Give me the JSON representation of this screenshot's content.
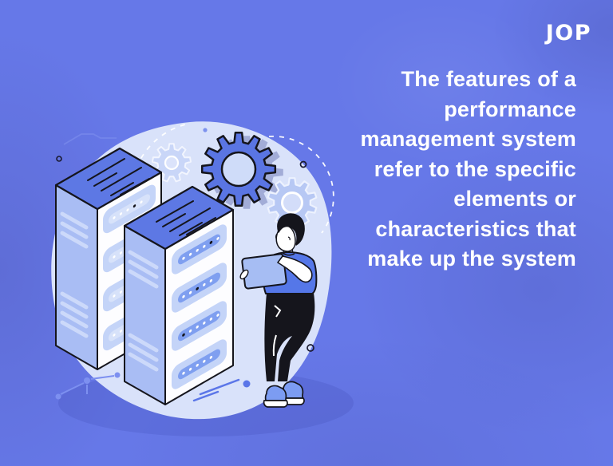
{
  "brand": {
    "logo_text": "JOP"
  },
  "quote": {
    "lines": [
      "The features of a",
      "performance",
      "management system",
      "refer to the specific",
      "elements or",
      "characteristics that",
      "make up the system"
    ]
  },
  "palette": {
    "background": "#6678e8",
    "blob": "#d9e2fa",
    "gear_blue": "#5a75e3",
    "gear_light": "#b7c8f4",
    "server_top": "#5d78e4",
    "server_side": "#a9bdf4",
    "server_front": "#fdfdff",
    "slot": "#c4d4f8",
    "slot_strip_dark": "#7f9ff0",
    "slot_strip_light": "#d7e2fa",
    "shirt": "#5577e8",
    "tablet": "#a6bdf3",
    "shoes": "#7c9cf2",
    "ink": "#15151c",
    "text": "#ffffff"
  }
}
